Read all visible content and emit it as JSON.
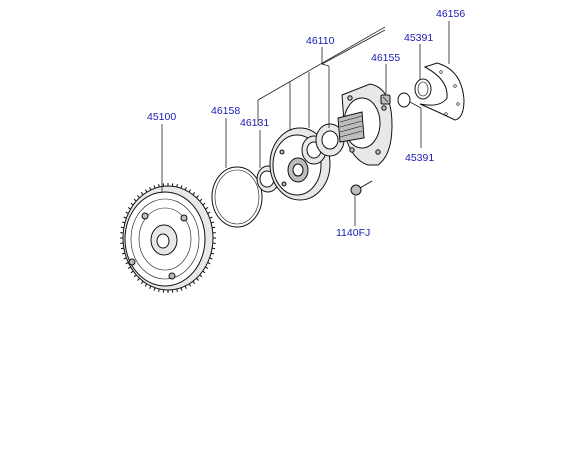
{
  "diagram": {
    "labels": {
      "p45100": "45100",
      "p46158": "46158",
      "p46131": "46131",
      "p46110": "46110",
      "p46155": "46155",
      "p45391_top": "45391",
      "p45391_bottom": "45391",
      "p46156": "46156",
      "p1140FJ": "1140FJ"
    },
    "colors": {
      "label": "#1a1ab4",
      "line": "#222222"
    }
  }
}
